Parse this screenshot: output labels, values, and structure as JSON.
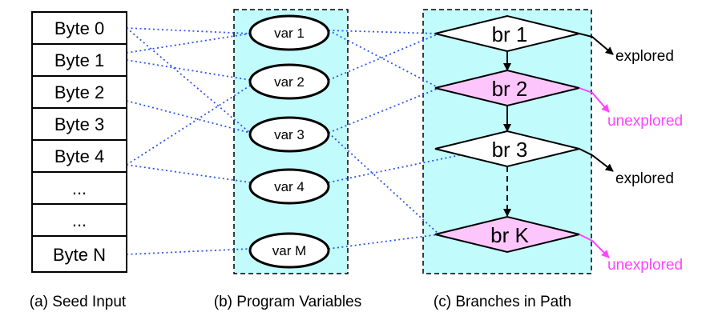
{
  "seed_input": {
    "caption": "(a) Seed Input",
    "bytes": [
      "Byte 0",
      "Byte 1",
      "Byte 2",
      "Byte 3",
      "Byte 4",
      "...",
      "...",
      "Byte N"
    ]
  },
  "program_variables": {
    "caption": "(b) Program Variables",
    "vars": [
      "var 1",
      "var 2",
      "var 3",
      "var 4",
      "var M"
    ]
  },
  "branches": {
    "caption": "(c) Branches in Path",
    "items": [
      {
        "label": "br 1",
        "status": "explored"
      },
      {
        "label": "br 2",
        "status": "unexplored"
      },
      {
        "label": "br 3",
        "status": "explored"
      },
      {
        "label": "br K",
        "status": "unexplored"
      }
    ]
  },
  "colors": {
    "panel_fill": "#c2fbfb",
    "explored_fill": "#ffffff",
    "unexplored_fill": "#fcc6fc",
    "unexplored_text": "#ff44ff",
    "link_line": "#2f55ee"
  }
}
